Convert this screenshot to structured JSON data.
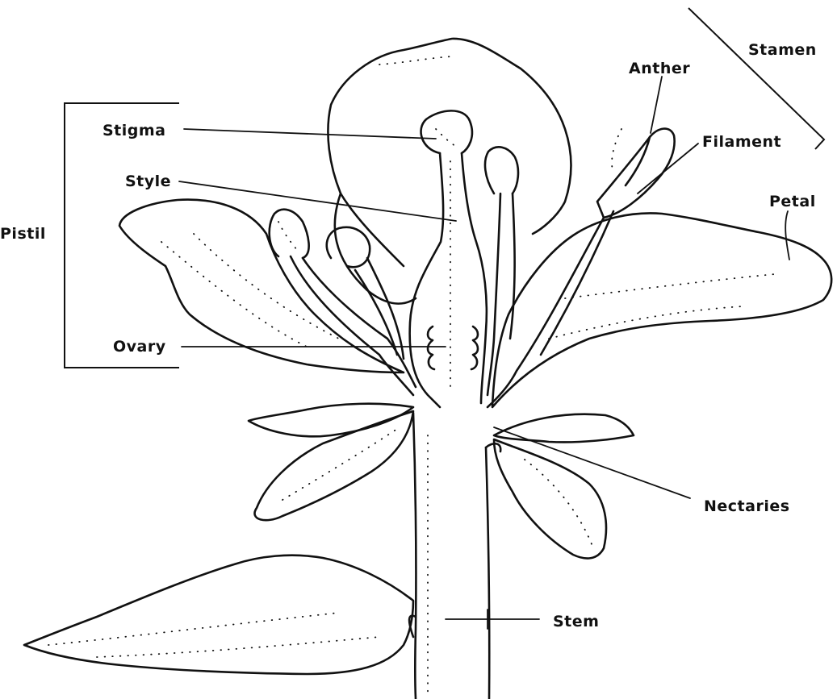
{
  "labels": {
    "stamen": "Stamen",
    "anther": "Anther",
    "filament": "Filament",
    "stigma": "Stigma",
    "style": "Style",
    "pistil": "Pistil",
    "petal": "Petal",
    "ovary": "Ovary",
    "nectaries": "Nectaries",
    "stem": "Stem"
  }
}
